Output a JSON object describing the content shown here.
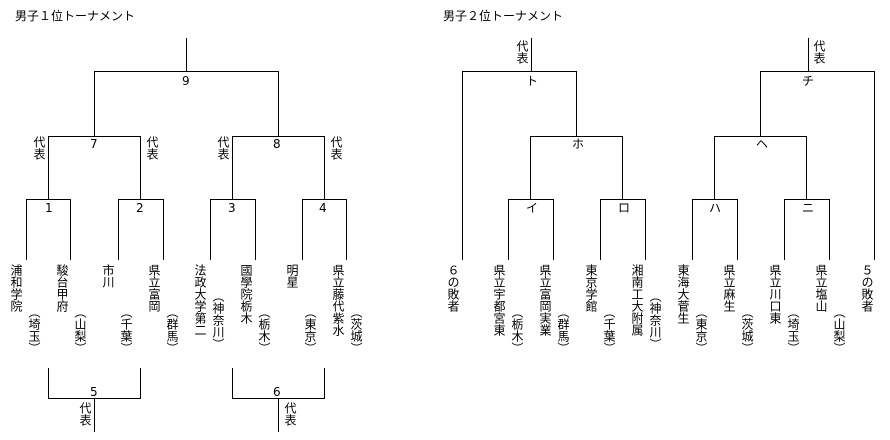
{
  "left": {
    "title": "男子１位トーナメント",
    "matches": [
      "1",
      "2",
      "3",
      "4",
      "5",
      "6",
      "7",
      "8",
      "9"
    ],
    "rep": "代表",
    "teams": [
      {
        "name": "浦和学院",
        "pref": "（埼玉）"
      },
      {
        "name": "駿台甲府",
        "pref": "（山梨）"
      },
      {
        "name": "市川",
        "pref": "（千葉）"
      },
      {
        "name": "県立富岡",
        "pref": "（群馬）"
      },
      {
        "name": "法政大学第二",
        "pref": "（神奈川）"
      },
      {
        "name": "國學院栃木",
        "pref": "（栃木）"
      },
      {
        "name": "明星",
        "pref": "（東京）"
      },
      {
        "name": "県立藤代紫水",
        "pref": "（茨城）"
      }
    ]
  },
  "right": {
    "title": "男子２位トーナメント",
    "matches": [
      "イ",
      "ロ",
      "ハ",
      "ニ",
      "ホ",
      "ヘ",
      "ト",
      "チ"
    ],
    "rep": "代表",
    "teams": [
      {
        "name": "６の敗者",
        "pref": ""
      },
      {
        "name": "県立宇都宮東",
        "pref": "（栃木）"
      },
      {
        "name": "県立富岡実業",
        "pref": "（群馬）"
      },
      {
        "name": "東京学館",
        "pref": "（千葉）"
      },
      {
        "name": "湘南工大附属",
        "pref": "（神奈川）"
      },
      {
        "name": "東海大菅生",
        "pref": "（東京）"
      },
      {
        "name": "県立麻生",
        "pref": "（茨城）"
      },
      {
        "name": "県立川口東",
        "pref": "（埼玉）"
      },
      {
        "name": "県立塩山",
        "pref": "（山梨）"
      },
      {
        "name": "５の敗者",
        "pref": ""
      }
    ]
  }
}
